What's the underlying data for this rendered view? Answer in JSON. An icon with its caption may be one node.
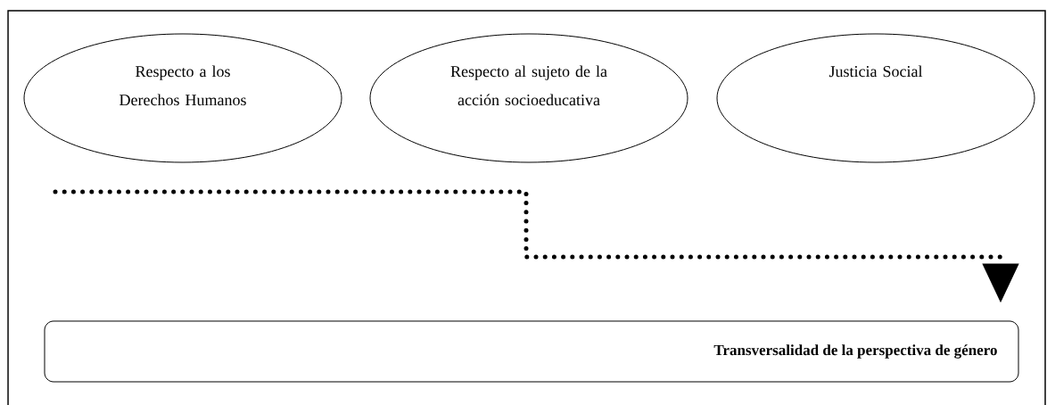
{
  "diagram": {
    "nodes": [
      {
        "text": [
          "Respecto a los Derechos Humanos"
        ]
      },
      {
        "text": [
          "Respecto al sujeto de la acción socioeducativa"
        ]
      },
      {
        "text": [
          "Justicia Social"
        ]
      },
      {
        "text": [
          "Transversalidad de la perspectiva de género"
        ]
      }
    ],
    "edges": [
      {
        "from": null,
        "to": 3,
        "arrow": "to",
        "style": "dashed"
      }
    ]
  }
}
